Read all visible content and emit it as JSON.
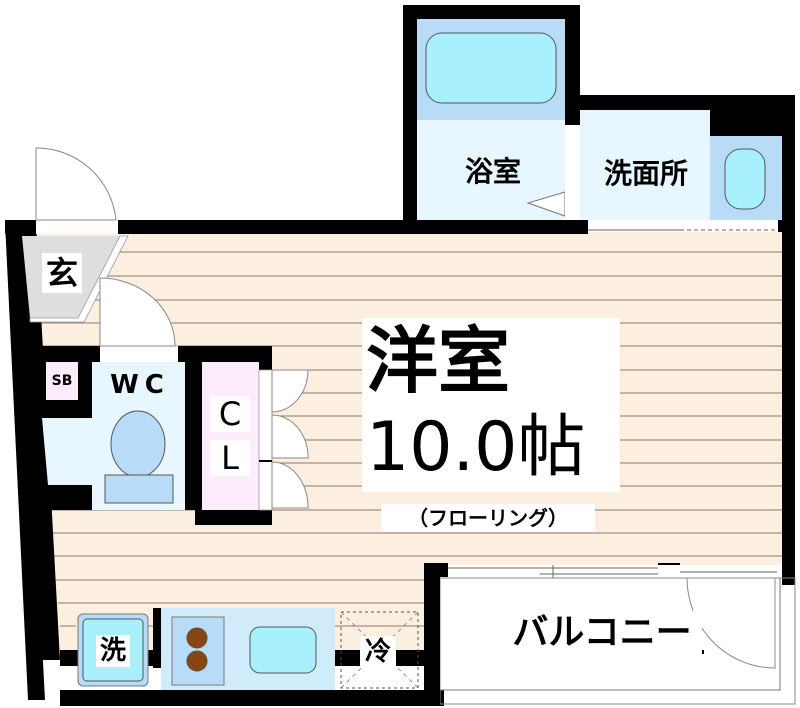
{
  "floor_plan": {
    "rooms": {
      "bathroom": {
        "label": "浴室"
      },
      "washroom": {
        "label": "洗面所"
      },
      "entrance": {
        "label": "玄"
      },
      "shoe_box": {
        "label": "SB"
      },
      "toilet": {
        "label": "WC"
      },
      "closet": {
        "label_line1": "C",
        "label_line2": "L"
      },
      "western_room": {
        "label": "洋室",
        "size": "10.0帖",
        "flooring": "（フローリング）"
      },
      "washing_machine": {
        "label": "洗"
      },
      "refrigerator": {
        "label": "冷"
      },
      "balcony": {
        "label": "バルコニー"
      }
    },
    "colors": {
      "wall": "#000000",
      "floor": "#fdefe0",
      "floor_line": "#8a7a6a",
      "wet_area": "#e8f6ff",
      "fixture_blue": "#b8dcf8",
      "fixture_cyan": "#a8f0fc",
      "entrance": "#dedede",
      "closet": "#fcecfc",
      "stove_burner": "#8b4513"
    }
  }
}
